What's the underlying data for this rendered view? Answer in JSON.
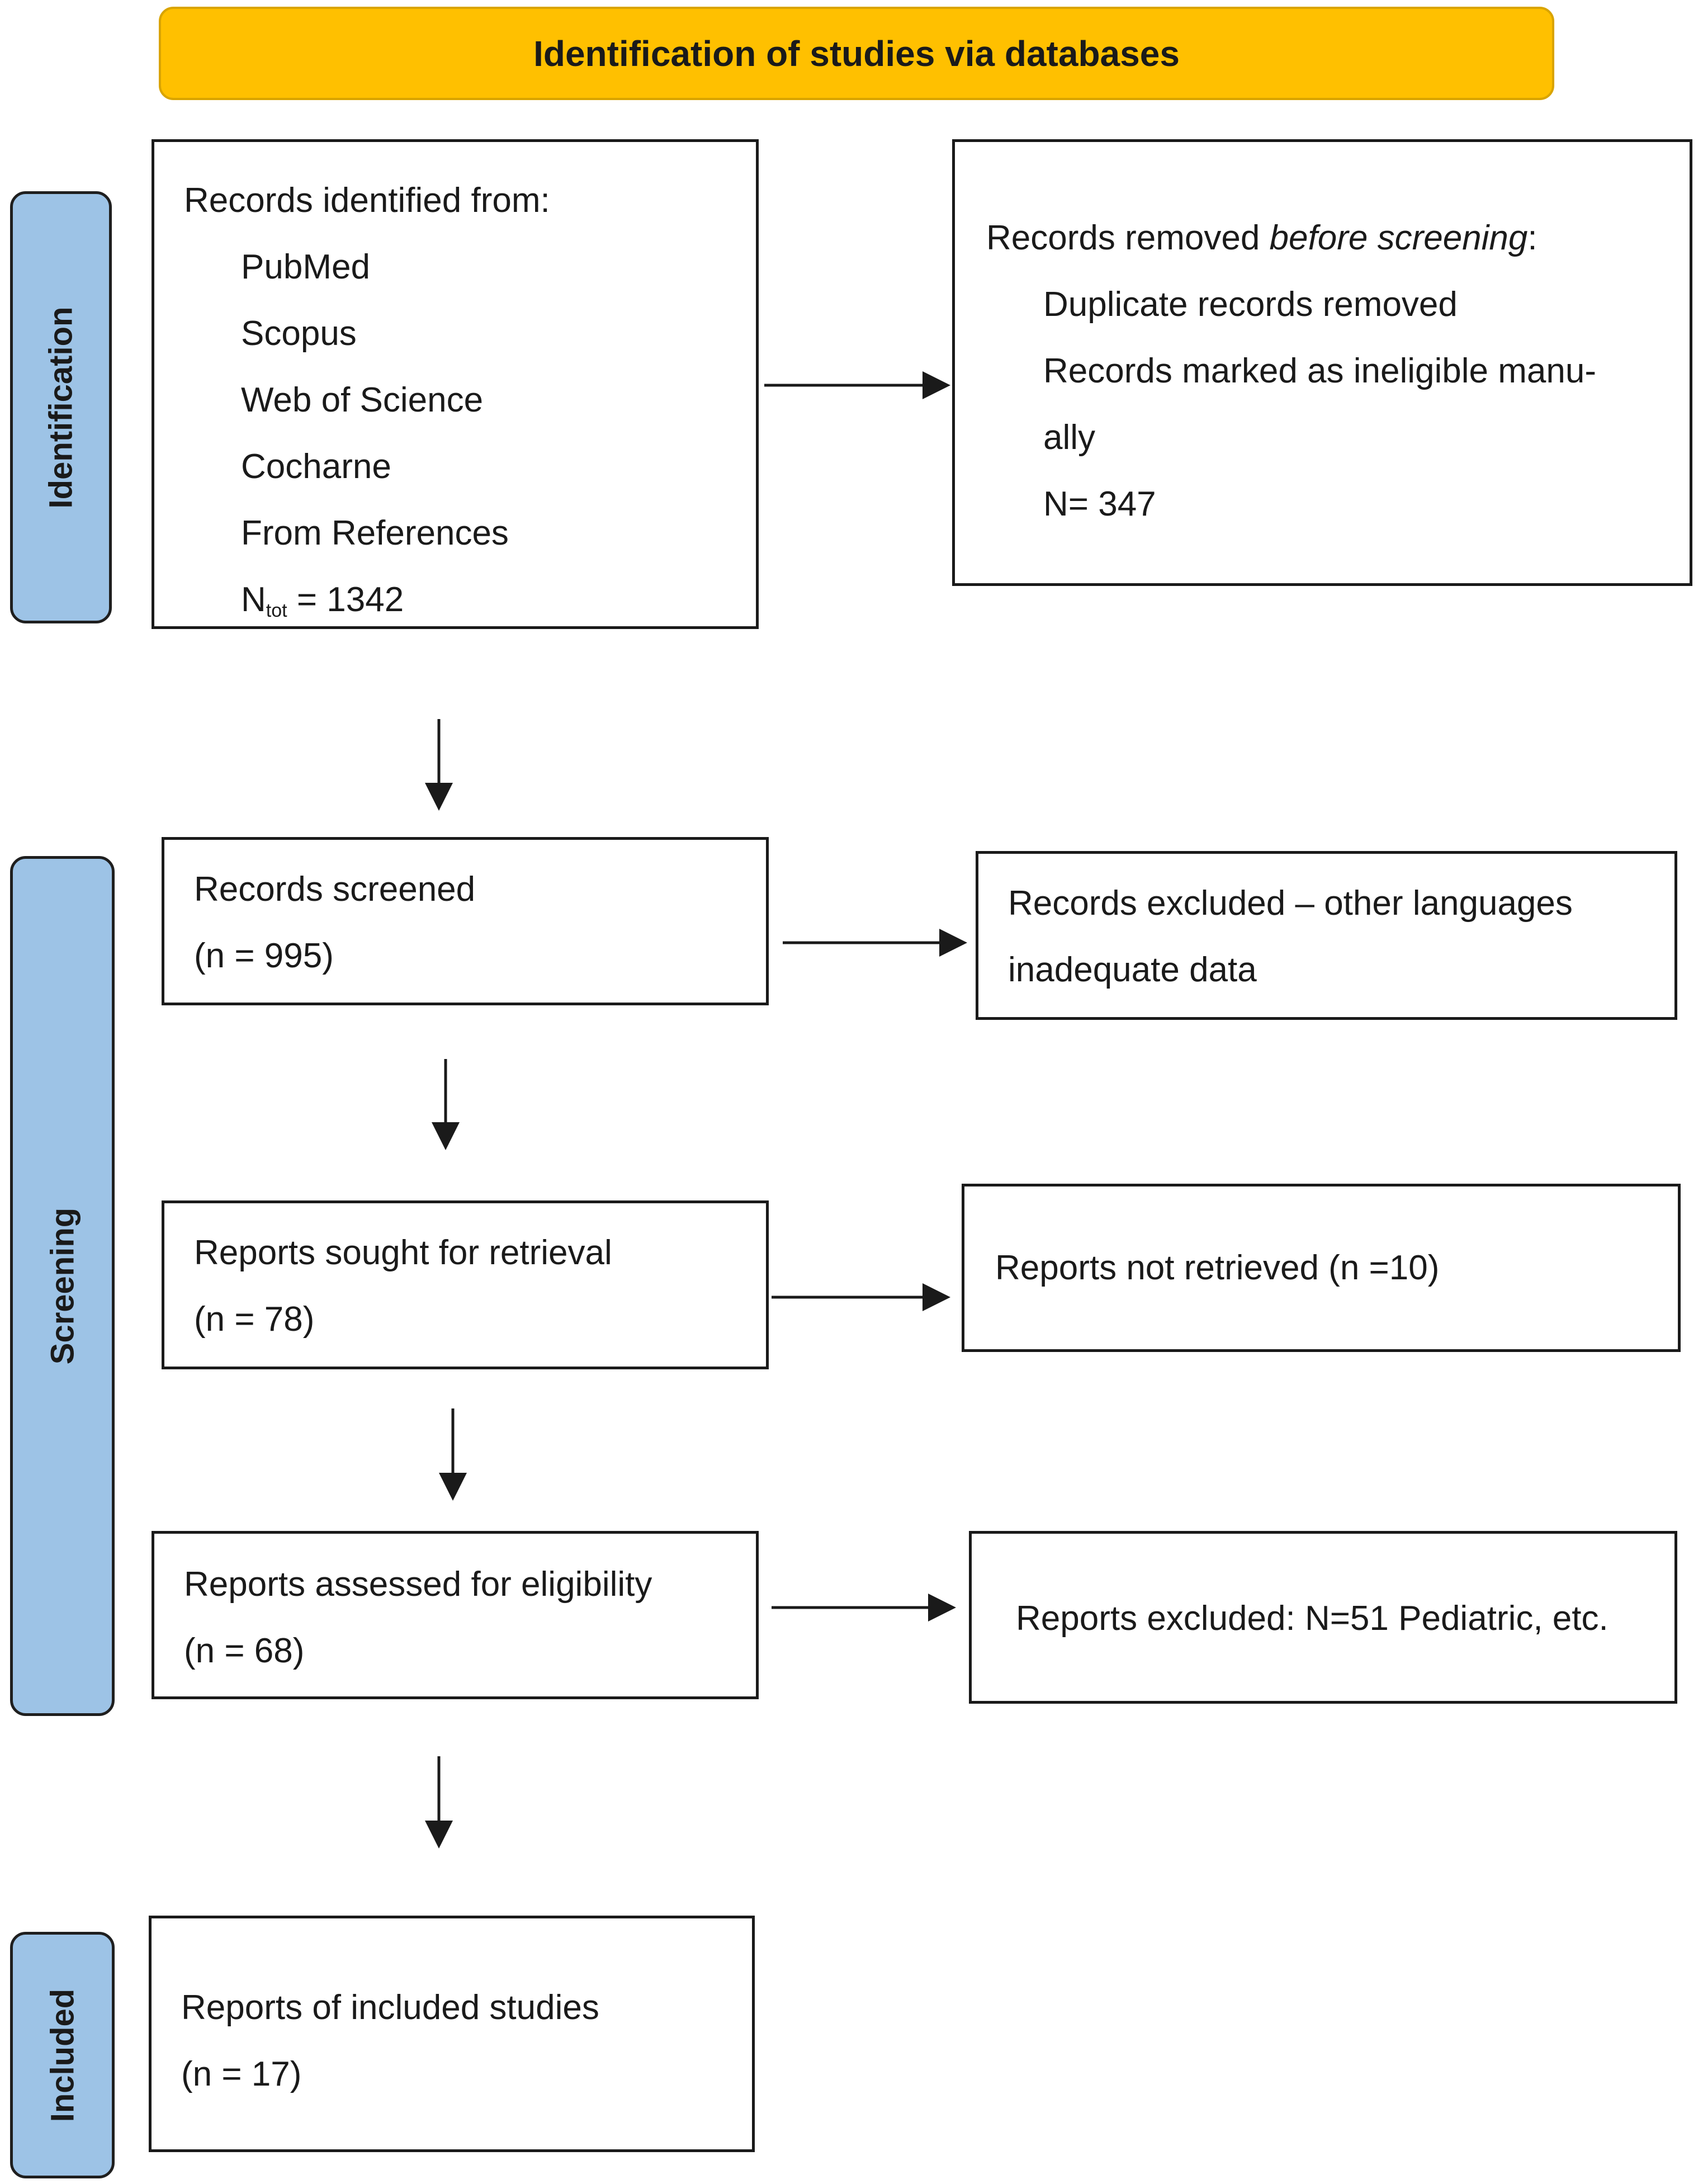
{
  "header": {
    "title": "Identification of studies via databases"
  },
  "stages": {
    "identification": "Identification",
    "screening": "Screening",
    "included": "Included"
  },
  "identified": {
    "heading": "Records identified from:",
    "sources": [
      "PubMed",
      "Scopus",
      "Web of Science",
      "Cocharne",
      "From References"
    ],
    "total_prefix": "N",
    "total_subscript": "tot",
    "total_suffix": " = 1342"
  },
  "removed": {
    "heading_prefix": "Records removed ",
    "heading_emphasis": "before screening",
    "heading_suffix": ":",
    "line1": "Duplicate records removed",
    "line2": "Records marked as ineligible manu-",
    "line3": "ally",
    "count": "N= 347"
  },
  "screened": {
    "label": "Records screened",
    "count": "(n = 995)"
  },
  "excluded": {
    "line1": "Records excluded – other languages",
    "line2": "inadequate data"
  },
  "sought": {
    "label": "Reports sought for retrieval",
    "count": "(n = 78)"
  },
  "not_retrieved": {
    "label": "Reports not retrieved (n =10)"
  },
  "assessed": {
    "label": "Reports assessed for eligibility",
    "count": "(n = 68)"
  },
  "reports_excluded": {
    "label": "Reports excluded: N=51 Pediatric, etc."
  },
  "included_studies": {
    "label": "Reports of included studies",
    "count": "(n = 17)"
  },
  "colors": {
    "header_fill": "#ffc000",
    "stage_fill": "#9dc3e6",
    "box_border": "#1a1a1a"
  }
}
